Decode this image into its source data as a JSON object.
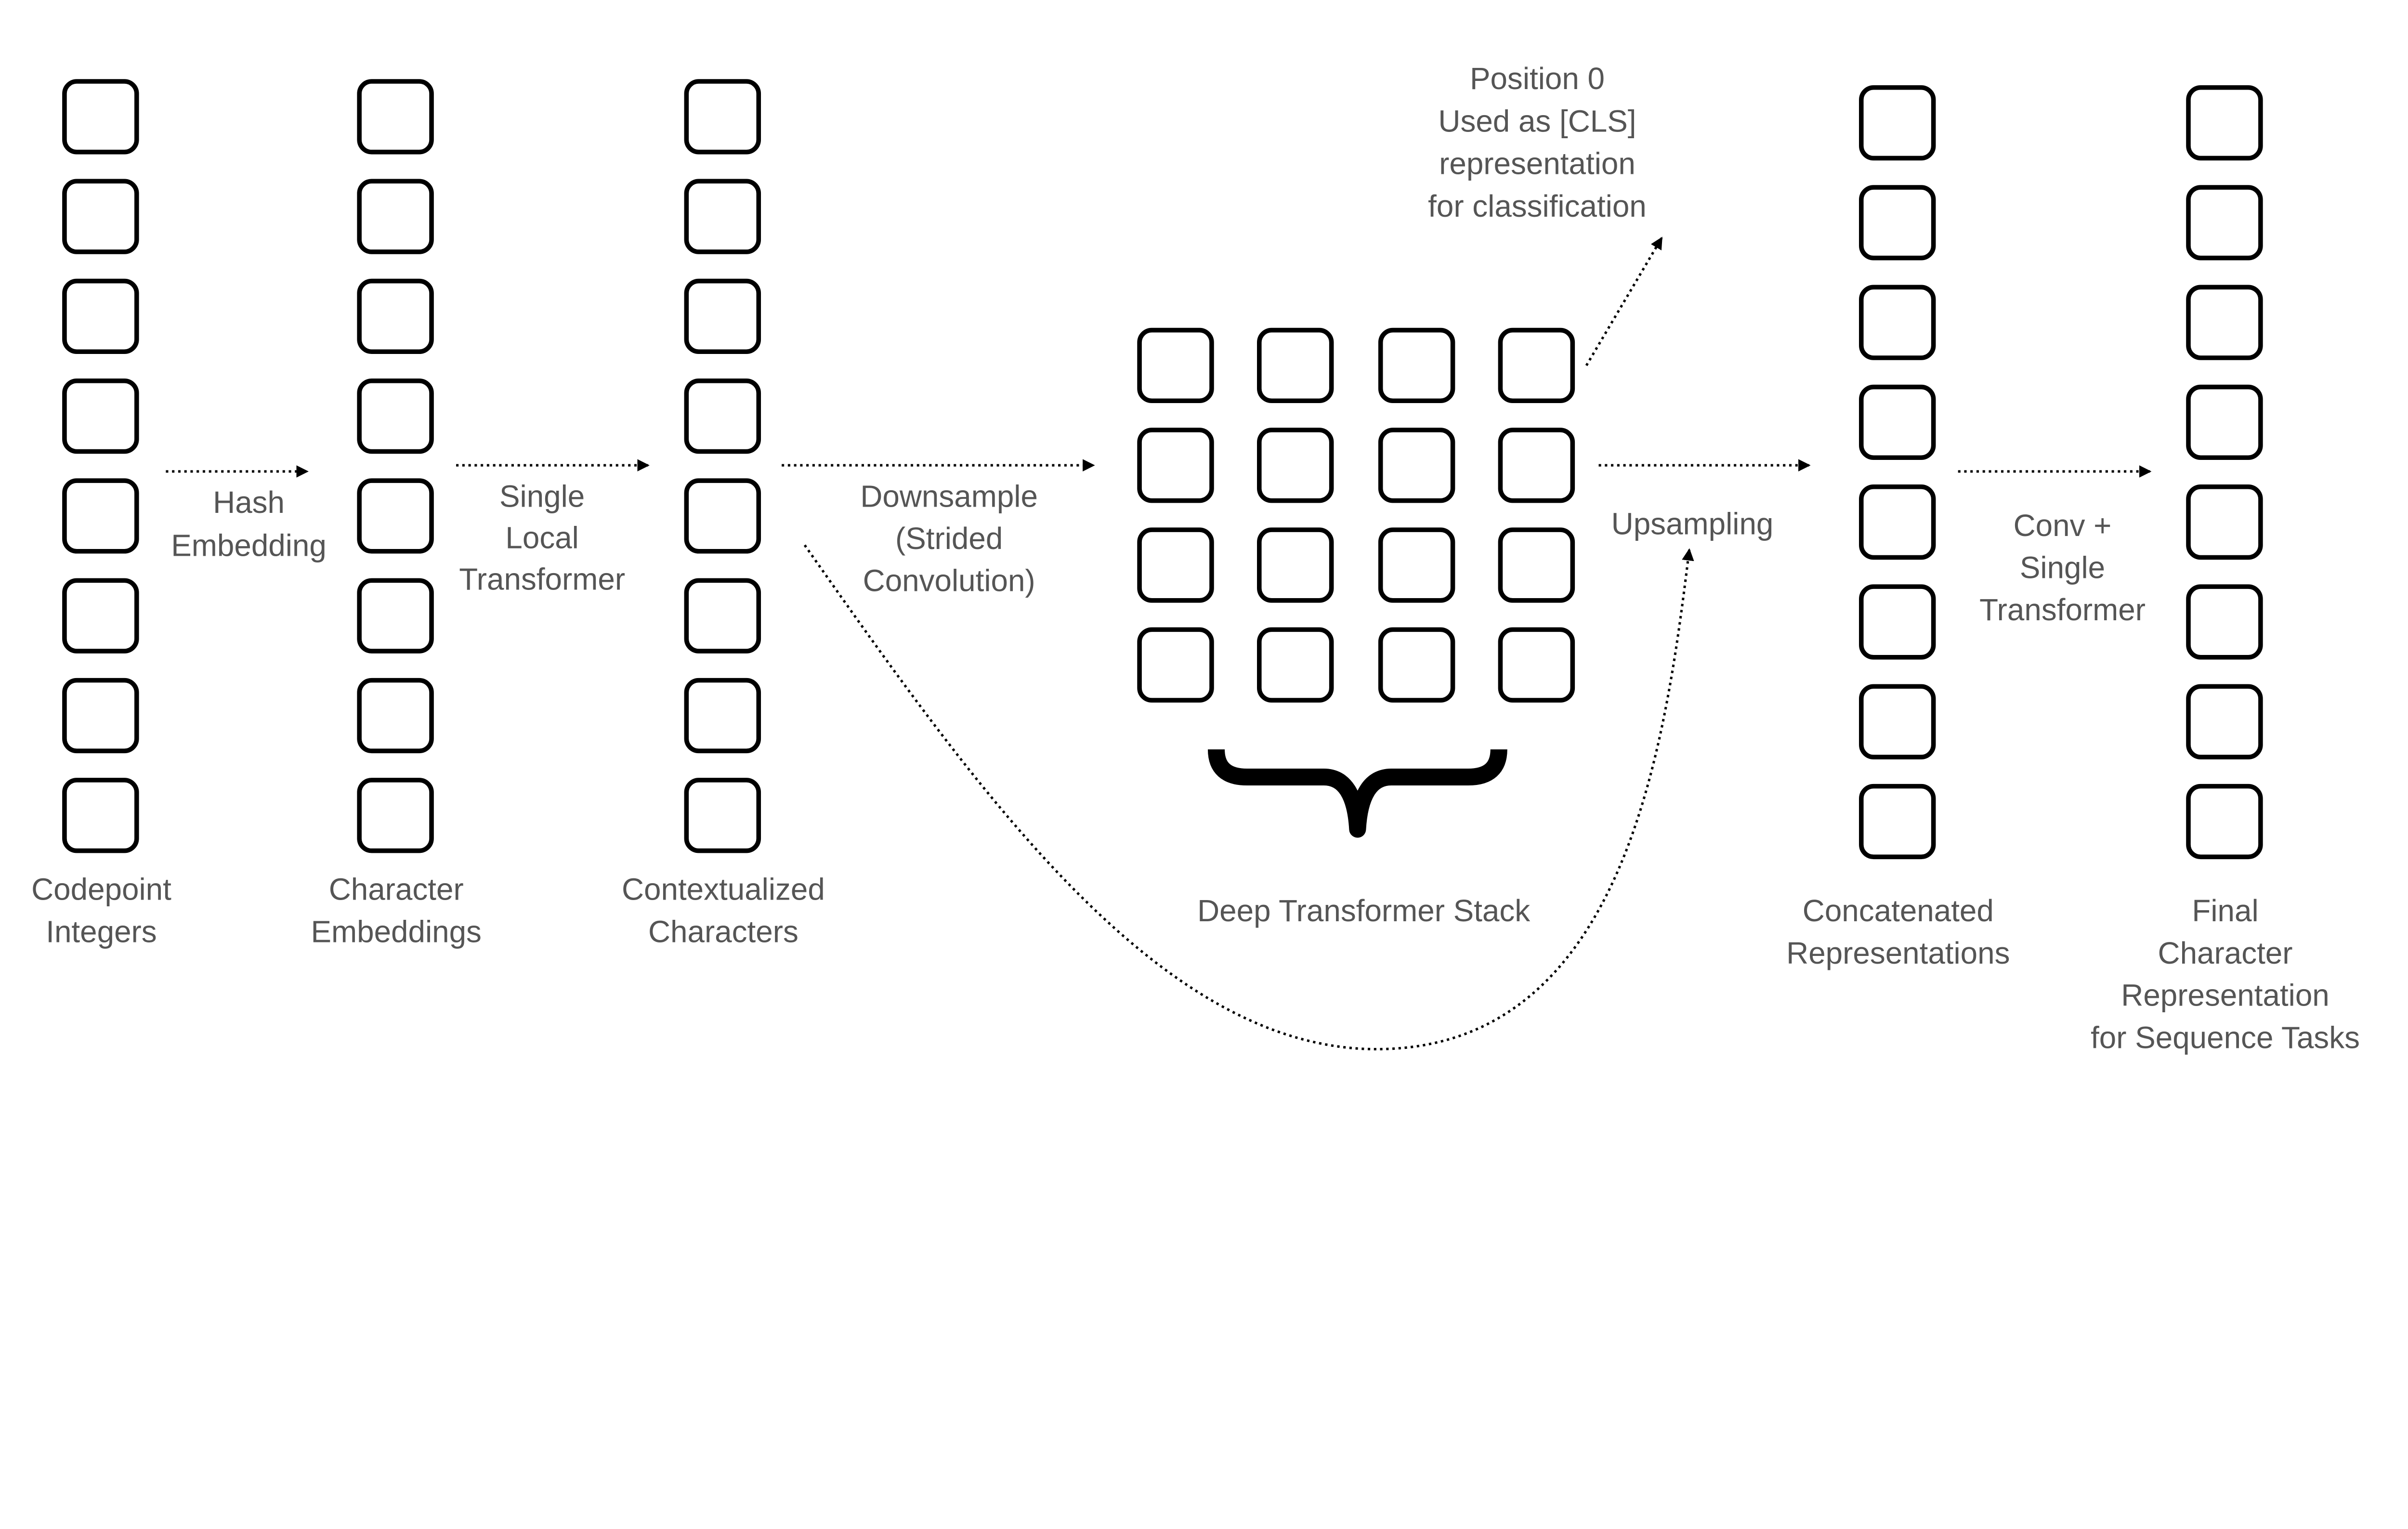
{
  "columns": [
    {
      "label": [
        "Codepoint",
        "Integers"
      ]
    },
    {
      "label": [
        "Character",
        "Embeddings"
      ]
    },
    {
      "label": [
        "Contextualized",
        "Characters"
      ]
    },
    {
      "label": [
        "Concatenated",
        "Representations"
      ]
    },
    {
      "label": [
        "Final",
        "Character",
        "Representation",
        "for Sequence Tasks"
      ]
    }
  ],
  "arrows": {
    "hash": [
      "Hash",
      "Embedding"
    ],
    "local": [
      "Single",
      "Local",
      "Transformer"
    ],
    "down": [
      "Downsample",
      "(Strided",
      "Convolution)"
    ],
    "up": [
      "Upsampling"
    ],
    "conv": [
      "Conv +",
      "Single",
      "Transformer"
    ]
  },
  "cls_note": [
    "Position 0",
    "Used as [CLS]",
    "representation",
    "for classification"
  ],
  "stack_label": "Deep Transformer Stack",
  "colors": {
    "text": "#555555",
    "stroke": "#000000"
  }
}
